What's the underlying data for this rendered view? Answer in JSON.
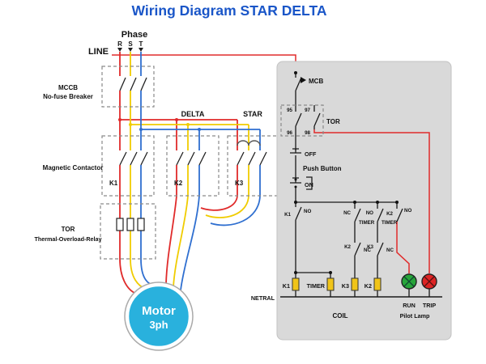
{
  "title": "Wiring Diagram STAR DELTA",
  "colors": {
    "title_blue": "#1a56c8",
    "phase_r_red": "#e02b2b",
    "phase_s_yellow": "#f0cc00",
    "phase_t_blue": "#2f6fd0",
    "control_red": "#e02b2b",
    "wire_black": "#1a1a1a",
    "panel_gray": "#d9d9d9",
    "coil_yellow": "#f0c419",
    "run_green": "#27a53a",
    "trip_red": "#dd2424",
    "motor_cyan": "#29b1dd"
  },
  "power": {
    "phase_label": "Phase",
    "phase_r": "R",
    "phase_s": "S",
    "phase_t": "T",
    "line_label": "LINE",
    "mccb_line1": "MCCB",
    "mccb_line2": "No-fuse Breaker",
    "delta_label": "DELTA",
    "star_label": "STAR",
    "contactor_label": "Magnetic Contactor",
    "k1_label": "K1",
    "k2_label": "K2",
    "k3_label": "K3",
    "tor_line1": "TOR",
    "tor_line2": "Thermal-Overload-Relay",
    "motor_line1": "Motor",
    "motor_line2": "3ph"
  },
  "control": {
    "mcb_label": "MCB",
    "tor_label": "TOR",
    "t95": "95",
    "t96": "96",
    "t97": "97",
    "t98": "98",
    "off_label": "OFF",
    "push_button_label": "Push Button",
    "on_label": "ON",
    "k1_no_dev": "K1",
    "k1_no_type": "NO",
    "timer_nc_type": "NC",
    "timer_nc_dev": "TIMER",
    "timer_no_type": "NO",
    "timer_no_dev": "TIMER",
    "k2_no_dev": "K2",
    "k2_no_type": "NO",
    "k2_nc_dev": "K2",
    "k2_nc_type": "NC",
    "k3_nc_dev": "K3",
    "k3_nc_type": "NC",
    "coil_k1": "K1",
    "coil_timer": "TIMER",
    "coil_k3": "K3",
    "coil_k2": "K2",
    "netral_label": "NETRAL",
    "coil_caption": "COIL",
    "pilot_lamp_caption": "Pilot Lamp",
    "run_label": "RUN",
    "trip_label": "TRIP"
  }
}
